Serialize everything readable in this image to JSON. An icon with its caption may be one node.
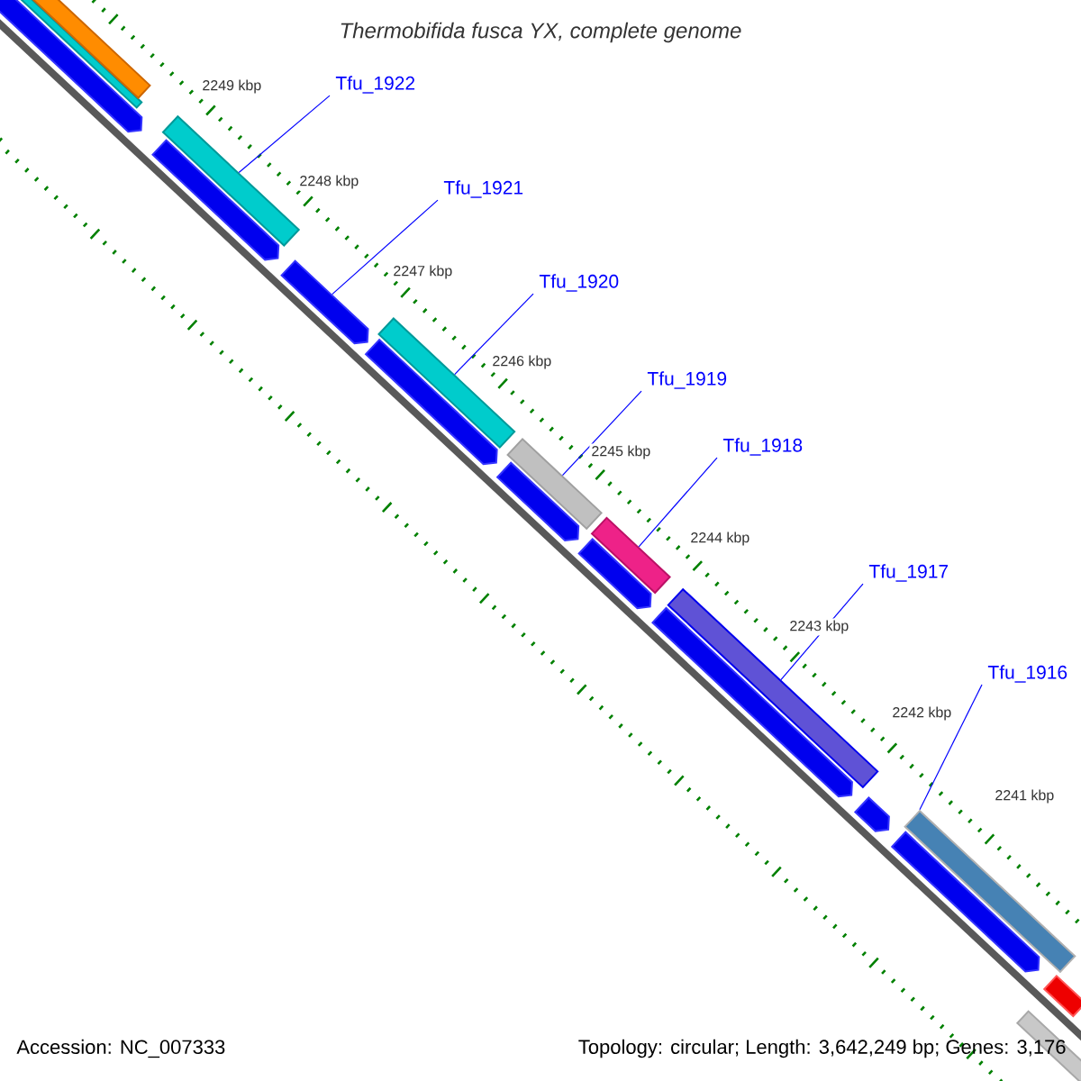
{
  "diagram": {
    "title": "Thermobifida fusca YX, complete genome",
    "nodes": [
      {
        "text": [
          "Tfu_1922"
        ]
      },
      {
        "text": [
          "Tfu_1921"
        ]
      },
      {
        "text": [
          "Tfu_1920"
        ]
      },
      {
        "text": [
          "Tfu_1919"
        ]
      },
      {
        "text": [
          "Tfu_1918"
        ]
      },
      {
        "text": [
          "Tfu_1917"
        ]
      },
      {
        "text": [
          "Tfu_1916"
        ]
      },
      {
        "text": [],
        "shape": "pentagon"
      },
      {
        "text": [],
        "shape": "bar"
      },
      {
        "text": [],
        "shape": "bar"
      },
      {
        "text": [],
        "shape": "pentagon"
      },
      {
        "text": [],
        "shape": "bar"
      },
      {
        "text": [],
        "shape": "pentagon"
      },
      {
        "text": [],
        "shape": "pentagon"
      },
      {
        "text": [],
        "shape": "bar"
      },
      {
        "text": [],
        "shape": "pentagon"
      },
      {
        "text": [],
        "shape": "bar"
      },
      {
        "text": [],
        "shape": "pentagon"
      },
      {
        "text": [],
        "shape": "bar"
      },
      {
        "text": [],
        "shape": "pentagon"
      },
      {
        "text": [],
        "shape": "bar"
      },
      {
        "text": [],
        "shape": "pentagon"
      },
      {
        "text": [],
        "shape": "pentagon"
      },
      {
        "text": [],
        "shape": "bar"
      },
      {
        "text": [],
        "shape": "bar"
      },
      {
        "text": [],
        "shape": "bar"
      }
    ],
    "edges": [
      {
        "from": 0,
        "to": 11,
        "arrow": "none"
      },
      {
        "from": 1,
        "to": 12,
        "arrow": "none"
      },
      {
        "from": 2,
        "to": 14,
        "arrow": "none"
      },
      {
        "from": 3,
        "to": 16,
        "arrow": "none"
      },
      {
        "from": 4,
        "to": 18,
        "arrow": "none"
      },
      {
        "from": 5,
        "to": 20,
        "arrow": "none"
      },
      {
        "from": 6,
        "to": 23,
        "arrow": "none"
      }
    ],
    "labels": [
      "2249 kbp",
      "2248 kbp",
      "2247 kbp",
      "2246 kbp",
      "2245 kbp",
      "2244 kbp",
      "2243 kbp",
      "2242 kbp",
      "2241 kbp",
      "Accession: NC_007333",
      "Topology: circular; Length: 3,642,249 bp; Genes: 3,176"
    ]
  }
}
